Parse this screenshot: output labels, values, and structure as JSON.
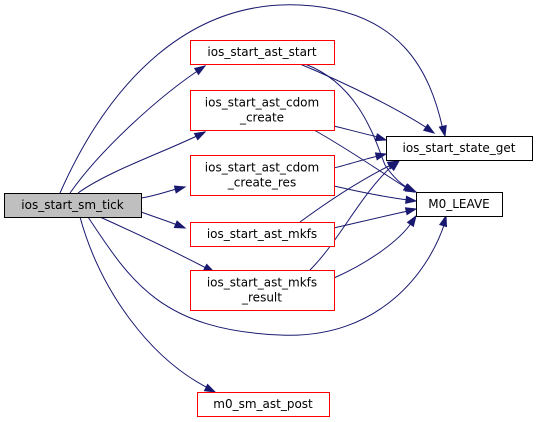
{
  "colors": {
    "edge": "#191970",
    "root_fill": "#bfbfbf",
    "root_border": "#000000",
    "callee_border": "#ff0000",
    "leaf_border": "#000000",
    "node_fill": "#ffffff"
  },
  "nodes": {
    "root": {
      "lines": [
        "ios_start_sm_tick"
      ]
    },
    "ast_start": {
      "lines": [
        "ios_start_ast_start"
      ]
    },
    "cdom_create": {
      "lines": [
        "ios_start_ast_cdom",
        "_create"
      ]
    },
    "cdom_create_res": {
      "lines": [
        "ios_start_ast_cdom",
        "_create_res"
      ]
    },
    "ast_mkfs": {
      "lines": [
        "ios_start_ast_mkfs"
      ]
    },
    "mkfs_result": {
      "lines": [
        "ios_start_ast_mkfs",
        "_result"
      ]
    },
    "sm_ast_post": {
      "lines": [
        "m0_sm_ast_post"
      ]
    },
    "state_get": {
      "lines": [
        "ios_start_state_get"
      ]
    },
    "m0_leave": {
      "lines": [
        "M0_LEAVE"
      ]
    }
  },
  "edges": [
    {
      "from": "root",
      "to": "ast_start"
    },
    {
      "from": "root",
      "to": "cdom_create"
    },
    {
      "from": "root",
      "to": "cdom_create_res"
    },
    {
      "from": "root",
      "to": "ast_mkfs"
    },
    {
      "from": "root",
      "to": "mkfs_result"
    },
    {
      "from": "root",
      "to": "sm_ast_post"
    },
    {
      "from": "root",
      "to": "state_get"
    },
    {
      "from": "root",
      "to": "m0_leave"
    },
    {
      "from": "ast_start",
      "to": "state_get"
    },
    {
      "from": "ast_start",
      "to": "m0_leave"
    },
    {
      "from": "cdom_create",
      "to": "state_get"
    },
    {
      "from": "cdom_create",
      "to": "m0_leave"
    },
    {
      "from": "cdom_create_res",
      "to": "state_get"
    },
    {
      "from": "cdom_create_res",
      "to": "m0_leave"
    },
    {
      "from": "ast_mkfs",
      "to": "state_get"
    },
    {
      "from": "ast_mkfs",
      "to": "m0_leave"
    },
    {
      "from": "mkfs_result",
      "to": "state_get"
    },
    {
      "from": "mkfs_result",
      "to": "m0_leave"
    }
  ]
}
